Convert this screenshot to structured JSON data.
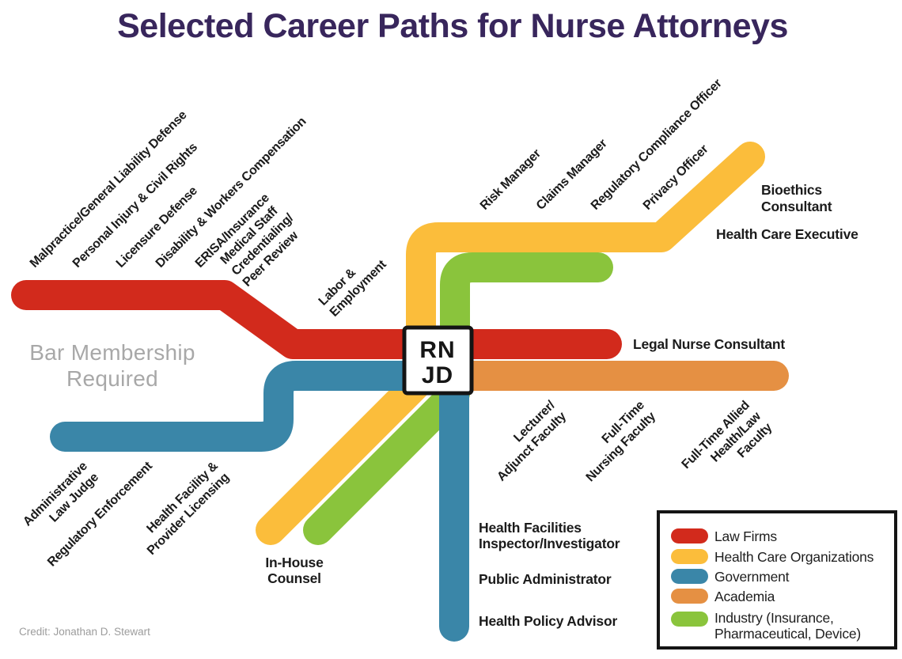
{
  "title": "Selected Career Paths for Nurse Attorneys",
  "credit": "Credit: Jonathan D. Stewart",
  "note": "Bar Membership\nRequired",
  "hub": "RN\nJD",
  "colors": {
    "law_firms": "#d22a1c",
    "health_care_orgs": "#fbbd3b",
    "government": "#3a86a8",
    "academia": "#e59043",
    "industry": "#8ac43c"
  },
  "labels": {
    "red": [
      "Malpractice/General Liability Defense",
      "Personal Injury & Civil Rights",
      "Licensure Defense",
      "Disability & Workers Compensation",
      "ERISA/Insurance",
      "Medical Staff\nCredentialing/\nPeer Review",
      "Labor &\nEmployment"
    ],
    "red_right": "Legal Nurse Consultant",
    "yellow_top": [
      "Risk Manager",
      "Claims Manager",
      "Regulatory Compliance Officer",
      "Privacy Officer"
    ],
    "yellow_right": [
      "Bioethics\nConsultant",
      "Health Care Executive"
    ],
    "blue_left": [
      "Administrative\nLaw Judge",
      "Regulatory Enforcement",
      "Health Facility &\nProvider Licensing"
    ],
    "blue_bottom": [
      "Health Facilities\nInspector/Investigator",
      "Public Administrator",
      "Health Policy Advisor"
    ],
    "academia": [
      "Lecturer/\nAdjunct Faculty",
      "Full-Time\nNursing Faculty",
      "Full-Time Allied\nHealth/Law\nFaculty"
    ],
    "in_house": "In-House\nCounsel"
  },
  "legend": {
    "items": [
      {
        "label": "Law Firms",
        "color": "#d22a1c"
      },
      {
        "label": "Health Care Organizations",
        "color": "#fbbd3b"
      },
      {
        "label": "Government",
        "color": "#3a86a8"
      },
      {
        "label": "Academia",
        "color": "#e59043"
      },
      {
        "label": "Industry (Insurance,\nPharmaceutical, Device)",
        "color": "#8ac43c"
      }
    ]
  }
}
